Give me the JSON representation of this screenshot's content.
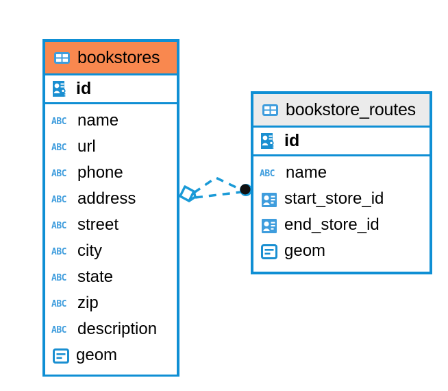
{
  "diagram": {
    "type": "entity-relationship-diagram",
    "background": "#ffffff",
    "accent_color": "#0f8fd4",
    "highlight_header_color": "#f9884f",
    "neutral_header_color": "#ebebeb"
  },
  "entities": [
    {
      "name": "bookstores",
      "header_style": "orange",
      "primary_key": {
        "label": "id",
        "icon": "primary-key-icon"
      },
      "fields": [
        {
          "label": "name",
          "icon": "abc-text-icon"
        },
        {
          "label": "url",
          "icon": "abc-text-icon"
        },
        {
          "label": "phone",
          "icon": "abc-text-icon"
        },
        {
          "label": "address",
          "icon": "abc-text-icon"
        },
        {
          "label": "street",
          "icon": "abc-text-icon"
        },
        {
          "label": "city",
          "icon": "abc-text-icon"
        },
        {
          "label": "state",
          "icon": "abc-text-icon"
        },
        {
          "label": "zip",
          "icon": "abc-text-icon"
        },
        {
          "label": "description",
          "icon": "abc-text-icon"
        },
        {
          "label": "geom",
          "icon": "geometry-icon"
        }
      ]
    },
    {
      "name": "bookstore_routes",
      "header_style": "grey",
      "primary_key": {
        "label": "id",
        "icon": "primary-key-icon"
      },
      "fields": [
        {
          "label": "name",
          "icon": "abc-text-icon"
        },
        {
          "label": "start_store_id",
          "icon": "foreign-key-icon"
        },
        {
          "label": "end_store_id",
          "icon": "foreign-key-icon"
        },
        {
          "label": "geom",
          "icon": "geometry-icon"
        }
      ]
    }
  ],
  "relationship": {
    "source_endpoint": "diamond-endpoint",
    "target_endpoint": "filled-circle-endpoint",
    "line_style": "dashed",
    "color": "#0f8fd4"
  }
}
